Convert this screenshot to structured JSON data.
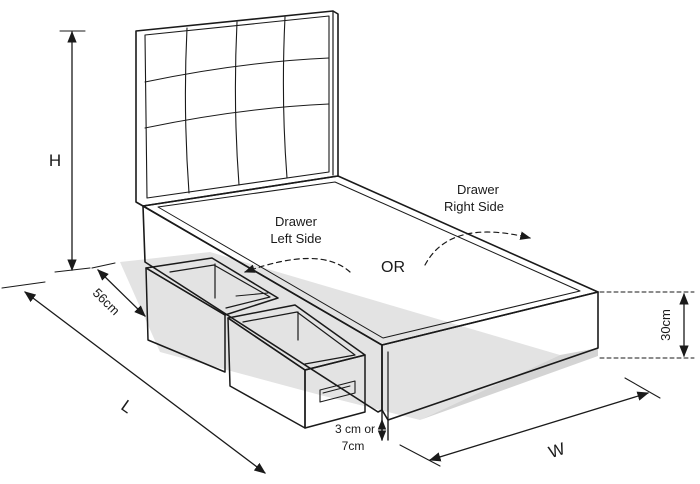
{
  "labels": {
    "height": "H",
    "length": "L",
    "width": "W",
    "depth": "56cm",
    "base_height": "30cm",
    "gap_line1": "3 cm or",
    "gap_line2": "7cm",
    "drawer_left_line1": "Drawer",
    "drawer_left_line2": "Left Side",
    "drawer_right_line1": "Drawer",
    "drawer_right_line2": "Right Side",
    "or": "OR"
  },
  "colors": {
    "line": "#1a1a1a",
    "shadow": "#d9d9d9",
    "fill": "#ffffff"
  }
}
